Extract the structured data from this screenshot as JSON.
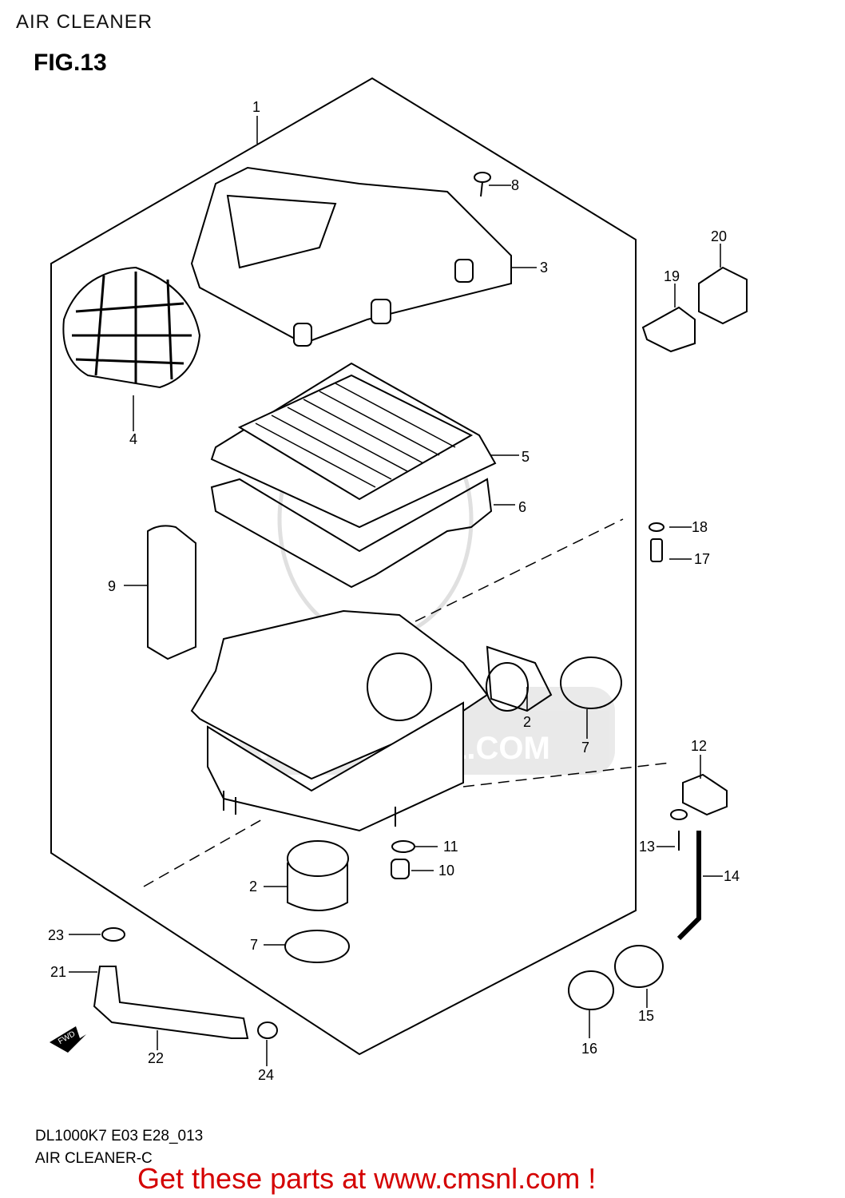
{
  "header": {
    "title": "AIR CLEANER",
    "figure": "FIG.13"
  },
  "callouts": [
    "1",
    "2",
    "2",
    "3",
    "4",
    "5",
    "6",
    "7",
    "7",
    "8",
    "9",
    "10",
    "11",
    "12",
    "13",
    "14",
    "15",
    "16",
    "17",
    "18",
    "19",
    "20",
    "21",
    "22",
    "23",
    "24"
  ],
  "watermark": "WWW.CMSNL.COM",
  "fwd_label": "FWD",
  "footer": {
    "code": "DL1000K7 E03 E28_013",
    "sub": "AIR CLEANER-C",
    "cta": "Get these parts at www.cmsnl.com !"
  }
}
